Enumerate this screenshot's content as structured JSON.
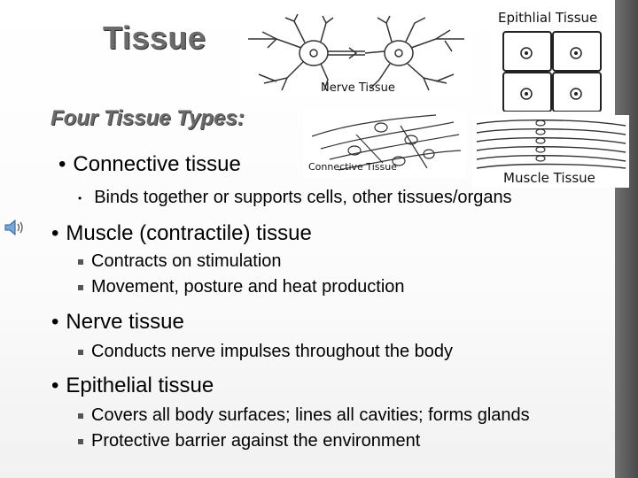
{
  "slide": {
    "title": "Tissue",
    "subtitle": "Four Tissue Types:",
    "bullets": {
      "connective": {
        "heading": "Connective tissue",
        "subs": [
          "Binds together or supports cells, other tissues/organs"
        ]
      },
      "muscle": {
        "heading": "Muscle (contractile) tissue",
        "subs": [
          "Contracts on stimulation",
          "Movement, posture and heat production"
        ]
      },
      "nerve": {
        "heading": "Nerve tissue",
        "subs": [
          "Conducts nerve impulses throughout the body"
        ]
      },
      "epithelial": {
        "heading": "Epithelial tissue",
        "subs": [
          "Covers all body surfaces; lines all cavities; forms glands",
          "Protective barrier against the environment"
        ]
      }
    }
  },
  "images": {
    "nerve_label": "Nerve Tissue",
    "epithelial_label": "Epithlial Tissue",
    "connective_label": "Connective Tissue",
    "muscle_label": "Muscle Tissue"
  },
  "icons": {
    "audio": "speaker-icon"
  },
  "colors": {
    "title": "#6b6b6b",
    "sidebar": "#5a5a5a"
  }
}
